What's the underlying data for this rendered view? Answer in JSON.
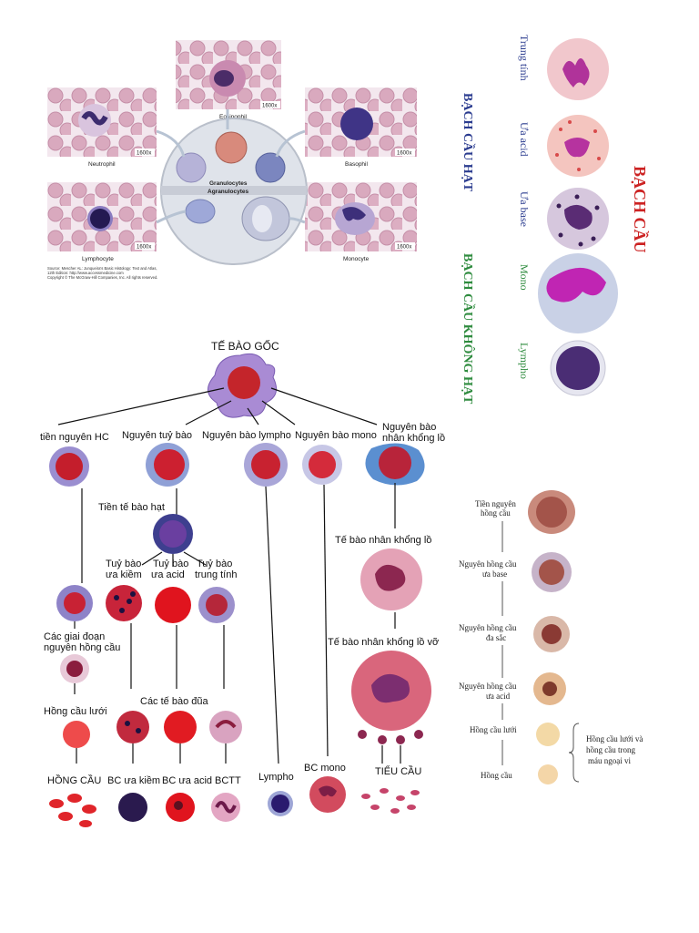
{
  "top_left": {
    "center_granulocytes": "Granulocytes",
    "center_agranulocytes": "Agranulocytes",
    "cells": {
      "eosinophil": {
        "label": "Eosinophil",
        "mag": "1600x"
      },
      "neutrophil": {
        "label": "Neutrophil",
        "mag": "1600x"
      },
      "basophil": {
        "label": "Basophil",
        "mag": "1600x"
      },
      "lymphocyte": {
        "label": "Lymphocyte",
        "mag": "1600x"
      },
      "monocyte": {
        "label": "Monocyte",
        "mag": "1600x"
      }
    },
    "source_lines": [
      "Source: Mescher AL: Junqueira's Basic Histology: Text and Atlas,",
      "12th Edition: http://www.accessmedicine.com",
      "Copyright © The McGraw-Hill Companies, Inc. All rights reserved."
    ]
  },
  "top_right": {
    "title": "BẠCH CẦU",
    "group_granular": "BẠCH CẦU HẠT",
    "group_agranular": "BẠCH CẦU KHÔNG HẠT",
    "cells": [
      "Trung tính",
      "Ưa acid",
      "Ưa base",
      "Mono",
      "Lympho"
    ],
    "colors": {
      "title": "#cc2222",
      "granular": "#2a3b8f",
      "agranular": "#2e8b3e",
      "cell_label": "#2a3b8f",
      "green_label": "#2e8b3e"
    }
  },
  "tree": {
    "root": "TẾ BÀO GỐC",
    "branches": [
      "tiền nguyên HC",
      "Nguyên tuỷ bào",
      "Nguyên bào lympho",
      "Nguyên bào mono",
      "Nguyên bào",
      "nhân khổng lồ"
    ],
    "tien_te_bao_hat": "Tiền tế bào hạt",
    "tuy_bao_1": [
      "Tuỷ bào",
      "ưa kiềm"
    ],
    "tuy_bao_2": [
      "Tuỷ bào",
      "ưa acid"
    ],
    "tuy_bao_3": [
      "Tuỷ bào",
      "trung tính"
    ],
    "giai_doan": [
      "Các giai đoạn",
      "nguyên hồng cầu"
    ],
    "hong_cau_luoi": "Hồng cầu lưới",
    "te_bao_dua": "Các tế bào đũa",
    "te_bao_nhan_khong_lo": "Tế bào nhân khổng lồ",
    "te_bao_nhan_khong_lo_vo": "Tế bào nhân khổng lồ vỡ",
    "finals": [
      "HỒNG CẦU",
      "BC ưa kiềm",
      "BC ưa acid",
      "BCTT",
      "Lympho",
      "BC mono",
      "TIỂU CẦU"
    ]
  },
  "right_series": {
    "steps": [
      "Tiền nguyên",
      "hồng cầu",
      "Nguyên hồng cầu",
      "ưa base",
      "Nguyên hồng cầu",
      "đa sắc",
      "Nguyên hồng cầu",
      "ưa acid",
      "Hồng cầu lưới",
      "Hồng cầu"
    ],
    "brace_note": [
      "Hồng cầu lưới và",
      "hồng cầu trong",
      "máu ngoại vi"
    ]
  }
}
